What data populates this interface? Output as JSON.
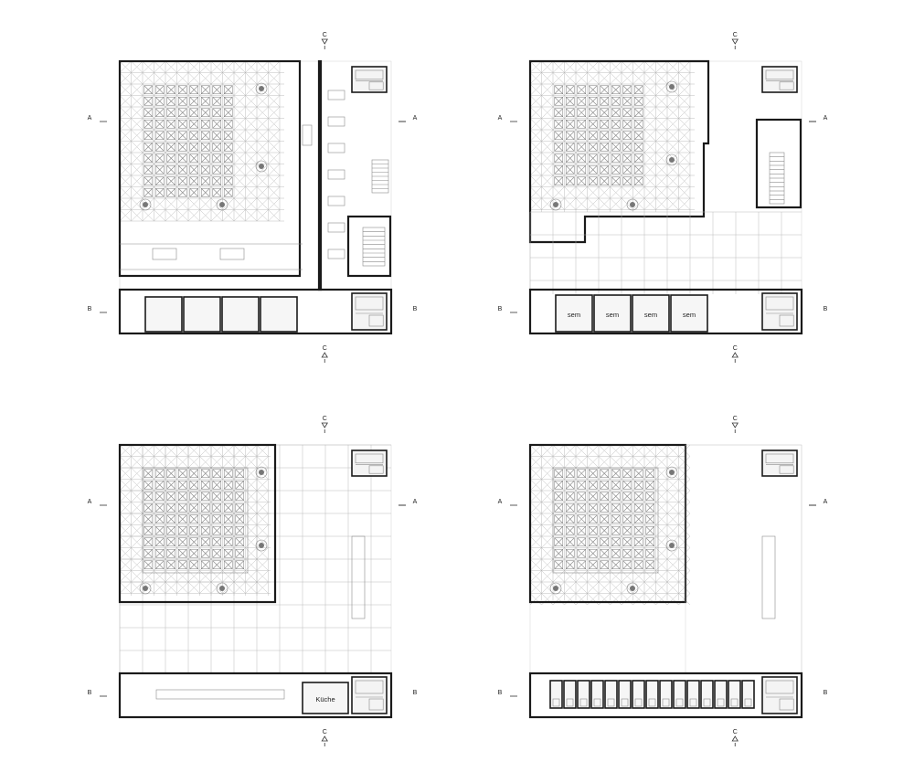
{
  "plans": [
    {
      "id": "plan-ground",
      "section_marks": {
        "top": "C",
        "bottom": "C",
        "left_a": "A",
        "left_b": "B",
        "right_a": "A",
        "right_b": "B"
      },
      "rooms": []
    },
    {
      "id": "plan-first",
      "section_marks": {
        "top": "C",
        "bottom": "C",
        "left_a": "A",
        "left_b": "B",
        "right_a": "A",
        "right_b": "B"
      },
      "rooms": [
        "sem",
        "sem",
        "sem",
        "sem"
      ]
    },
    {
      "id": "plan-second",
      "section_marks": {
        "top": "C",
        "bottom": "C",
        "left_a": "A",
        "left_b": "B",
        "right_a": "A",
        "right_b": "B"
      },
      "rooms": [
        "Küche"
      ]
    },
    {
      "id": "plan-third",
      "section_marks": {
        "top": "C",
        "bottom": "C",
        "left_a": "A",
        "left_b": "B",
        "right_a": "A",
        "right_b": "B"
      },
      "rooms": []
    }
  ],
  "colors": {
    "wall": "#1a1a1a",
    "grid": "#b4b4b4",
    "fill": "#f6f6f6",
    "background": "#ffffff"
  }
}
